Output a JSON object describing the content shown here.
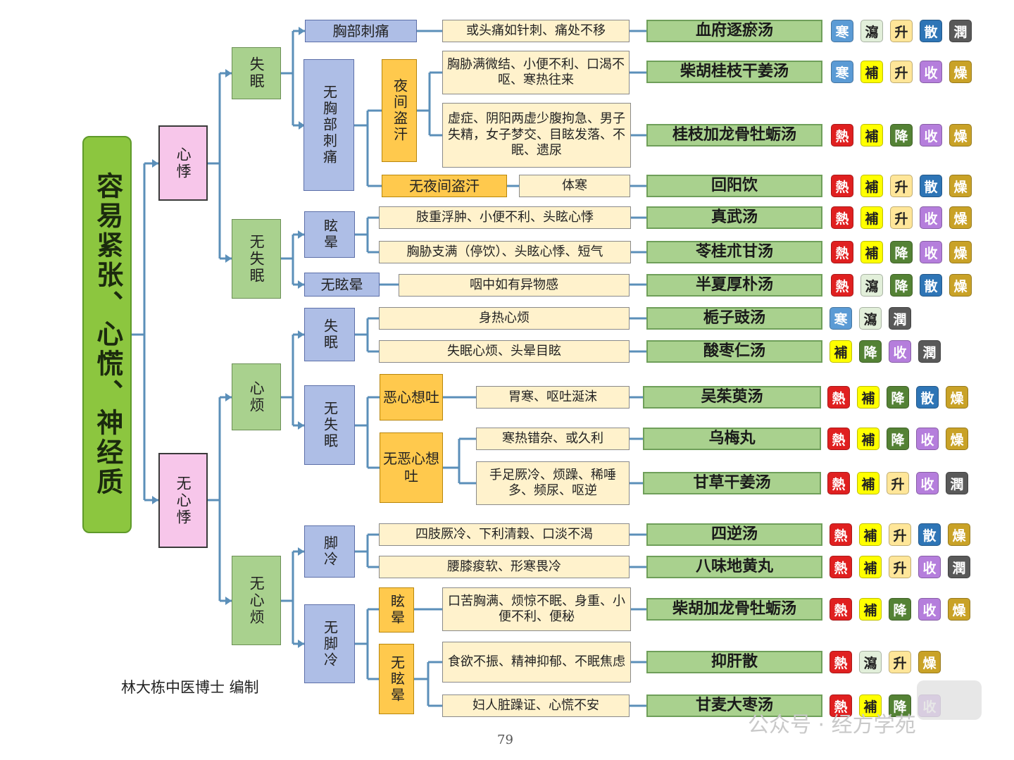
{
  "colors": {
    "寒": "#5b9bd5",
    "熱": "#e02020",
    "瀉": "#e2efda",
    "補": "#ffff00",
    "升": "#ffe699",
    "降": "#548235",
    "散": "#2e75b6",
    "收": "#b57edc",
    "潤": "#595959",
    "燥": "#c9a227"
  },
  "nodes": {
    "root": "容易紧张、心慌、神经质",
    "n1": "心悸",
    "n2": "无心悸",
    "n11": "失眠",
    "n12": "无失眠",
    "n21": "心烦",
    "n22": "无心烦",
    "b1": "胸部刺痛",
    "b2": "无胸部刺痛",
    "b3": "眩晕",
    "b4": "无眩晕",
    "b5": "失眠",
    "b6": "无失眠",
    "b7": "脚冷",
    "b8": "无脚冷",
    "o1": "夜间盗汗",
    "o2": "无夜间盗汗",
    "o3": "恶心想吐",
    "o4": "无恶心想吐",
    "o5": "眩晕",
    "o6": "无眩晕",
    "tihan": "体寒"
  },
  "rows": [
    {
      "symptom": "或头痛如针刺、痛处不移",
      "formula": "血府逐瘀汤",
      "tags": [
        "寒",
        "瀉",
        "升",
        "散",
        "潤"
      ]
    },
    {
      "symptom": "胸胁满微结、小便不利、口渴不呕、寒热往来",
      "formula": "柴胡桂枝干姜汤",
      "tags": [
        "寒",
        "補",
        "升",
        "收",
        "燥"
      ]
    },
    {
      "symptom": "虚症、阴阳两虚少腹拘急、男子失精，女子梦交、目眩发落、不眠、遗尿",
      "formula": "桂枝加龙骨牡蛎汤",
      "tags": [
        "熱",
        "補",
        "降",
        "收",
        "燥"
      ]
    },
    {
      "symptom": "",
      "formula": "回阳饮",
      "tags": [
        "熱",
        "補",
        "升",
        "散",
        "燥"
      ]
    },
    {
      "symptom": "肢重浮肿、小便不利、头眩心悸",
      "formula": "真武汤",
      "tags": [
        "熱",
        "補",
        "升",
        "收",
        "燥"
      ]
    },
    {
      "symptom": "胸胁支满（停饮）、头眩心悸、短气",
      "formula": "苓桂朮甘汤",
      "tags": [
        "熱",
        "補",
        "降",
        "收",
        "燥"
      ]
    },
    {
      "symptom": "咽中如有异物感",
      "formula": "半夏厚朴汤",
      "tags": [
        "熱",
        "瀉",
        "降",
        "散",
        "燥"
      ]
    },
    {
      "symptom": "身热心烦",
      "formula": "栀子豉汤",
      "tags": [
        "寒",
        "瀉",
        "潤"
      ]
    },
    {
      "symptom": "失眠心烦、头晕目眩",
      "formula": "酸枣仁汤",
      "tags": [
        "補",
        "降",
        "收",
        "潤"
      ]
    },
    {
      "symptom": "胃寒、呕吐涎沫",
      "formula": "吴茱萸汤",
      "tags": [
        "熱",
        "補",
        "降",
        "散",
        "燥"
      ]
    },
    {
      "symptom": "寒热错杂、或久利",
      "formula": "乌梅丸",
      "tags": [
        "熱",
        "補",
        "降",
        "收",
        "燥"
      ]
    },
    {
      "symptom": "手足厥冷、烦躁、稀唾多、频尿、呕逆",
      "formula": "甘草干姜汤",
      "tags": [
        "熱",
        "補",
        "升",
        "收",
        "潤"
      ]
    },
    {
      "symptom": "四肢厥冷、下利清穀、口淡不渴",
      "formula": "四逆汤",
      "tags": [
        "熱",
        "補",
        "升",
        "散",
        "燥"
      ]
    },
    {
      "symptom": "腰膝痠软、形寒畏冷",
      "formula": "八味地黄丸",
      "tags": [
        "熱",
        "補",
        "升",
        "收",
        "潤"
      ]
    },
    {
      "symptom": "口苦胸满、烦惊不眠、身重、小便不利、便秘",
      "formula": "柴胡加龙骨牡蛎汤",
      "tags": [
        "熱",
        "補",
        "降",
        "收",
        "燥"
      ]
    },
    {
      "symptom": "食欲不振、精神抑郁、不眠焦虑",
      "formula": "抑肝散",
      "tags": [
        "熱",
        "瀉",
        "升",
        "燥"
      ]
    },
    {
      "symptom": "妇人脏躁证、心慌不安",
      "formula": "甘麦大枣汤",
      "tags": [
        "熱",
        "補",
        "降",
        "收"
      ]
    }
  ],
  "author": "林大栋中医博士 编制",
  "page_number": "79",
  "watermark": "公众号 · 经方学苑"
}
